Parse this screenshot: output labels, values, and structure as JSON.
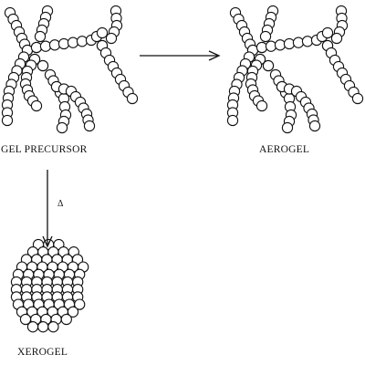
{
  "labels": {
    "gel_precursor": "GEL PRECURSOR",
    "aerogel": "AEROGEL",
    "xerogel": "XEROGEL",
    "heat_symbol": "Δ"
  },
  "colors": {
    "ink": "#111111",
    "background": "#ffffff"
  }
}
